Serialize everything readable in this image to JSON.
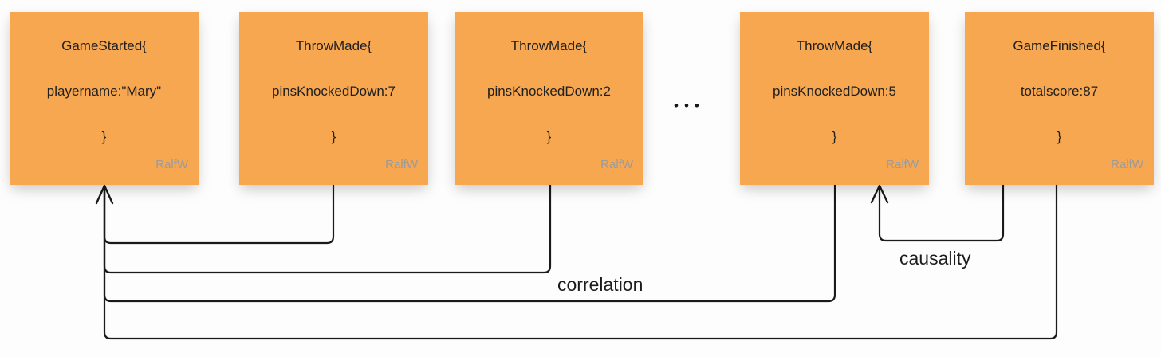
{
  "diagram": {
    "cards": [
      {
        "name": "game-started",
        "lines": [
          "GameStarted{",
          "playername:\"Mary\"",
          "}"
        ],
        "watermark": "RalfW"
      },
      {
        "name": "throw-made-7",
        "lines": [
          "ThrowMade{",
          "pinsKnockedDown:7",
          "}"
        ],
        "watermark": "RalfW"
      },
      {
        "name": "throw-made-2",
        "lines": [
          "ThrowMade{",
          "pinsKnockedDown:2",
          "}"
        ],
        "watermark": "RalfW"
      },
      {
        "name": "throw-made-5",
        "lines": [
          "ThrowMade{",
          "pinsKnockedDown:5",
          "}"
        ],
        "watermark": "RalfW"
      },
      {
        "name": "game-finished",
        "lines": [
          "GameFinished{",
          "totalscore:87",
          "}"
        ],
        "watermark": "RalfW"
      }
    ],
    "ellipsis": "•••",
    "labels": {
      "correlation": "correlation",
      "causality": "causality"
    },
    "colors": {
      "card": "#f6a750",
      "line": "#1a1a1a",
      "card_text": "#1f1f1f",
      "watermark": "#9b9b9b",
      "background": "#fdfdfd"
    }
  }
}
